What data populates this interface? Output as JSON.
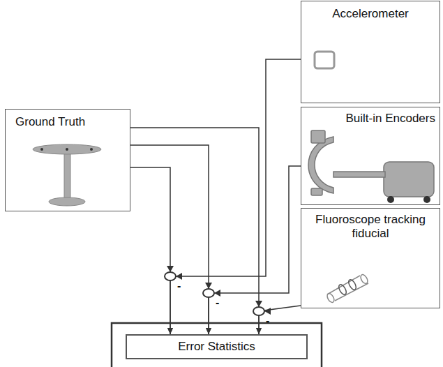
{
  "diagram": {
    "nodes": [
      {
        "text": [
          "Ground Truth"
        ]
      },
      {
        "text": [
          "Accelerometer"
        ]
      },
      {
        "text": [
          "Built-in Encoders"
        ]
      },
      {
        "text": [
          "Fluoroscope tracking fiducial"
        ]
      },
      {
        "text": [
          "Error Statistics"
        ]
      }
    ],
    "edges": [
      {
        "from": 0,
        "to": 4,
        "arrow": "to"
      },
      {
        "from": 0,
        "to": 4,
        "arrow": "to"
      },
      {
        "from": 0,
        "to": 4,
        "arrow": "to"
      },
      {
        "from": 1,
        "to": 4,
        "arrow": "to"
      },
      {
        "from": 2,
        "to": 4,
        "arrow": "to"
      },
      {
        "from": 3,
        "to": 4,
        "arrow": "to"
      }
    ],
    "labels": [
      "-",
      "-",
      "-"
    ]
  }
}
